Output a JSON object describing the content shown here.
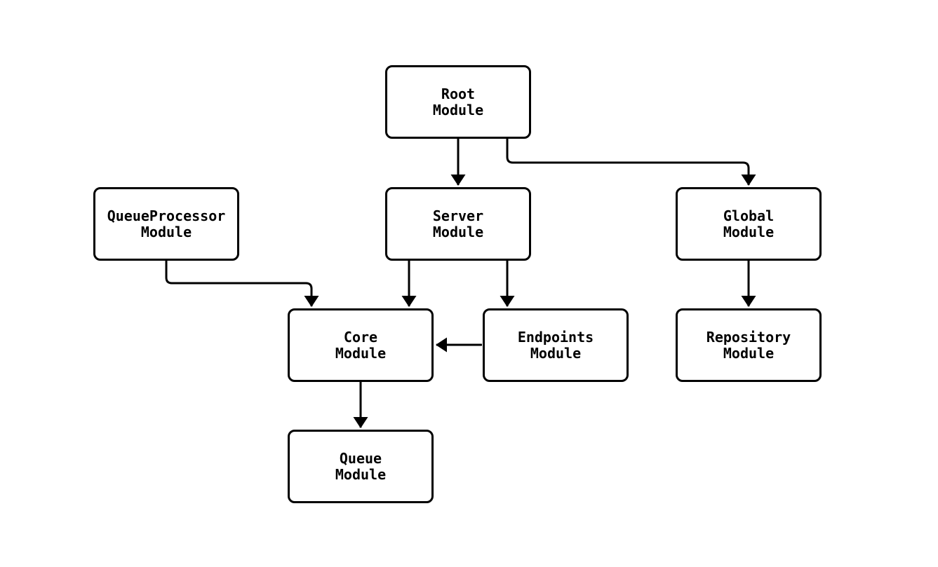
{
  "diagram": {
    "kind": "module-dependency-flowchart",
    "background_color": "#ffffff",
    "node_fill_color": "#ffffff",
    "node_border_color": "#000000",
    "edge_color": "#000000",
    "text_color": "#000000",
    "nodes": [
      {
        "id": "root",
        "label": "Root\nModule"
      },
      {
        "id": "queueprocessor",
        "label": "QueueProcessor\nModule"
      },
      {
        "id": "server",
        "label": "Server\nModule"
      },
      {
        "id": "global",
        "label": "Global\nModule"
      },
      {
        "id": "core",
        "label": "Core\nModule"
      },
      {
        "id": "endpoints",
        "label": "Endpoints\nModule"
      },
      {
        "id": "repository",
        "label": "Repository\nModule"
      },
      {
        "id": "queue",
        "label": "Queue\nModule"
      }
    ],
    "edges": [
      {
        "from": "Root Module",
        "to": "Server Module"
      },
      {
        "from": "Root Module",
        "to": "Global Module"
      },
      {
        "from": "QueueProcessor Module",
        "to": "Core Module"
      },
      {
        "from": "Server Module",
        "to": "Core Module"
      },
      {
        "from": "Server Module",
        "to": "Endpoints Module"
      },
      {
        "from": "Endpoints Module",
        "to": "Core Module"
      },
      {
        "from": "Global Module",
        "to": "Repository Module"
      },
      {
        "from": "Core Module",
        "to": "Queue Module"
      }
    ]
  }
}
